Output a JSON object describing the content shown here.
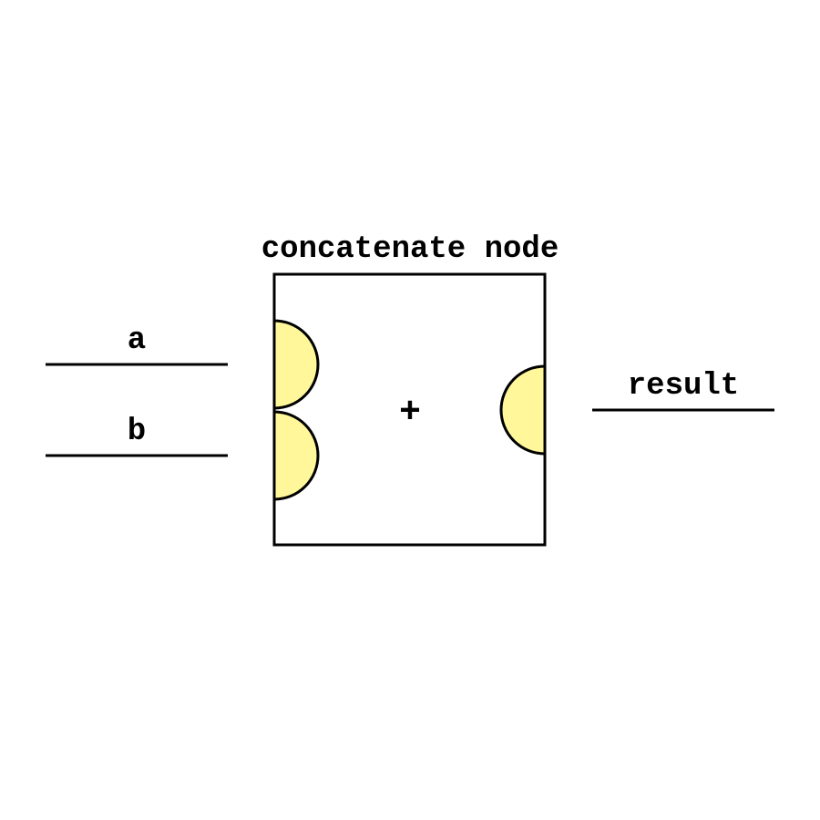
{
  "node": {
    "title": "concatenate node",
    "operator_symbol": "+",
    "port_fill_color": "#fff79a",
    "stroke_color": "#000000"
  },
  "inputs": [
    {
      "label": "a"
    },
    {
      "label": "b"
    }
  ],
  "outputs": [
    {
      "label": "result"
    }
  ]
}
